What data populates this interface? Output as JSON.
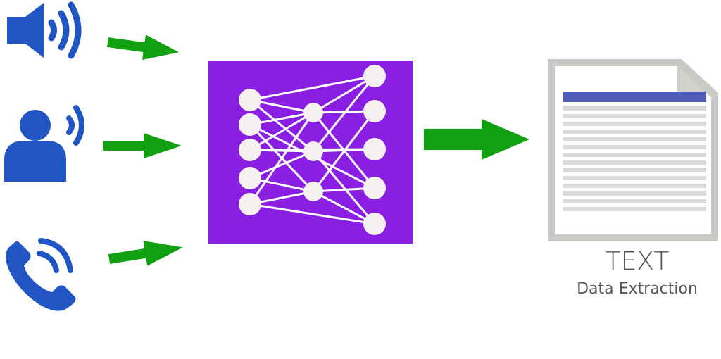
{
  "colors": {
    "icon_blue": "#2255c4",
    "arrow_green": "#10a010",
    "network_purple": "#8a1ee3",
    "node_fill": "#f6f1f1",
    "edge_white": "#ffffff",
    "doc_border": "#c8cac5",
    "doc_header": "#4f5cb8",
    "doc_line": "#d9d9d9",
    "label_text": "#555555"
  },
  "inputs": [
    {
      "icon": "speaker-icon"
    },
    {
      "icon": "speaking-person-icon"
    },
    {
      "icon": "phone-icon"
    }
  ],
  "network": {
    "layers": [
      5,
      3,
      5
    ]
  },
  "output": {
    "icon": "document-icon",
    "label": "TEXT",
    "sublabel": "Data Extraction"
  }
}
